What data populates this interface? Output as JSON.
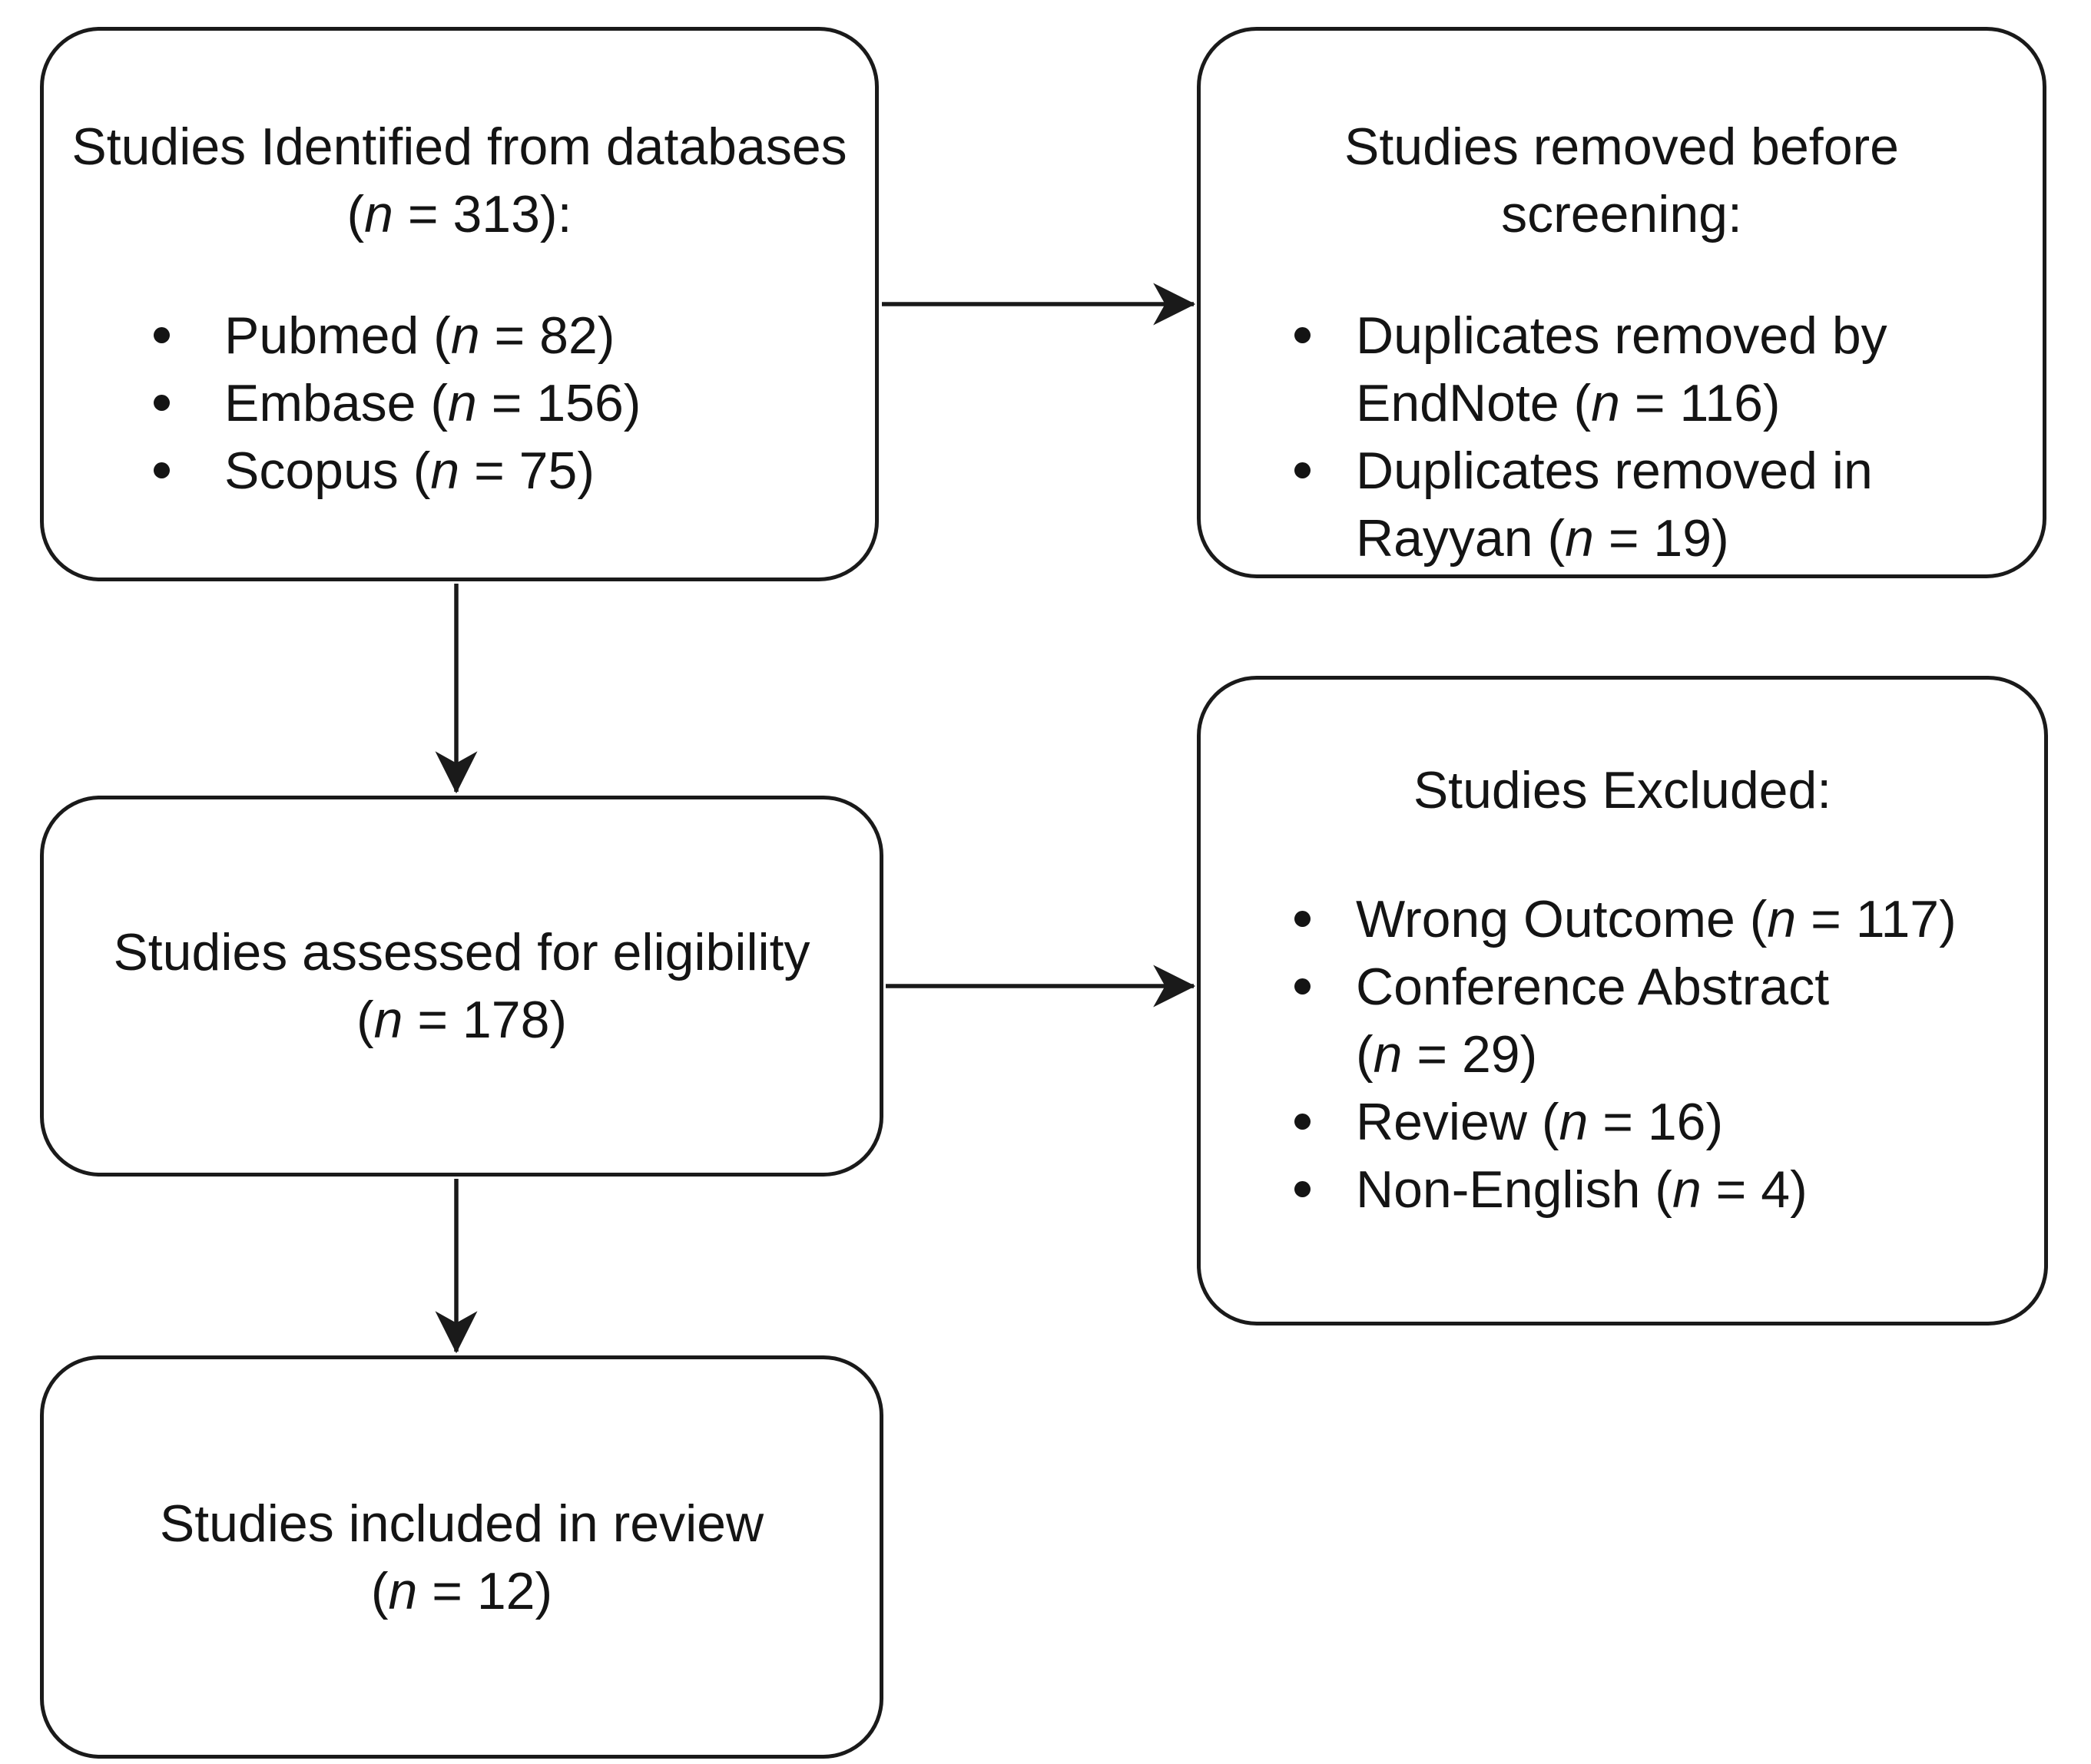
{
  "colors": {
    "border": "#1a1a1a",
    "arrow": "#1a1a1a",
    "text": "#141414",
    "background": "#ffffff"
  },
  "boxes": {
    "identified": {
      "title_lines": [
        [
          {
            "t": "Studies Identified from databases",
            "i": false
          }
        ],
        [
          {
            "t": "(",
            "i": false
          },
          {
            "t": "n",
            "i": true
          },
          {
            "t": " = 313):",
            "i": false
          }
        ]
      ],
      "bullets": [
        [
          [
            {
              "t": "Pubmed (",
              "i": false
            },
            {
              "t": "n",
              "i": true
            },
            {
              "t": " = 82)",
              "i": false
            }
          ]
        ],
        [
          [
            {
              "t": "Embase (",
              "i": false
            },
            {
              "t": "n",
              "i": true
            },
            {
              "t": " = 156)",
              "i": false
            }
          ]
        ],
        [
          [
            {
              "t": "Scopus (",
              "i": false
            },
            {
              "t": "n",
              "i": true
            },
            {
              "t": " = 75)",
              "i": false
            }
          ]
        ]
      ]
    },
    "removed": {
      "title_lines": [
        [
          {
            "t": "Studies removed before",
            "i": false
          }
        ],
        [
          {
            "t": "screening:",
            "i": false
          }
        ]
      ],
      "bullets": [
        [
          [
            {
              "t": "Duplicates removed by",
              "i": false
            }
          ],
          [
            {
              "t": "EndNote (",
              "i": false
            },
            {
              "t": "n",
              "i": true
            },
            {
              "t": " = 116)",
              "i": false
            }
          ]
        ],
        [
          [
            {
              "t": "Duplicates removed in",
              "i": false
            }
          ],
          [
            {
              "t": "Rayyan (",
              "i": false
            },
            {
              "t": "n",
              "i": true
            },
            {
              "t": " = 19)",
              "i": false
            }
          ]
        ]
      ]
    },
    "assessed": {
      "title_lines": [
        [
          {
            "t": "Studies assessed for eligibility",
            "i": false
          }
        ],
        [
          {
            "t": "(",
            "i": false
          },
          {
            "t": "n",
            "i": true
          },
          {
            "t": " = 178)",
            "i": false
          }
        ]
      ]
    },
    "excluded": {
      "title_lines": [
        [
          {
            "t": "Studies Excluded:",
            "i": false
          }
        ]
      ],
      "bullets": [
        [
          [
            {
              "t": "Wrong Outcome (",
              "i": false
            },
            {
              "t": "n",
              "i": true
            },
            {
              "t": " = 117)",
              "i": false
            }
          ]
        ],
        [
          [
            {
              "t": "Conference Abstract",
              "i": false
            }
          ],
          [
            {
              "t": "(",
              "i": false
            },
            {
              "t": "n",
              "i": true
            },
            {
              "t": " = 29)",
              "i": false
            }
          ]
        ],
        [
          [
            {
              "t": "Review (",
              "i": false
            },
            {
              "t": "n",
              "i": true
            },
            {
              "t": " = 16)",
              "i": false
            }
          ]
        ],
        [
          [
            {
              "t": "Non-English (",
              "i": false
            },
            {
              "t": "n",
              "i": true
            },
            {
              "t": " = 4)",
              "i": false
            }
          ]
        ]
      ]
    },
    "included": {
      "title_lines": [
        [
          {
            "t": "Studies included in review",
            "i": false
          }
        ],
        [
          {
            "t": "(",
            "i": false
          },
          {
            "t": "n",
            "i": true
          },
          {
            "t": " = 12)",
            "i": false
          }
        ]
      ]
    }
  }
}
